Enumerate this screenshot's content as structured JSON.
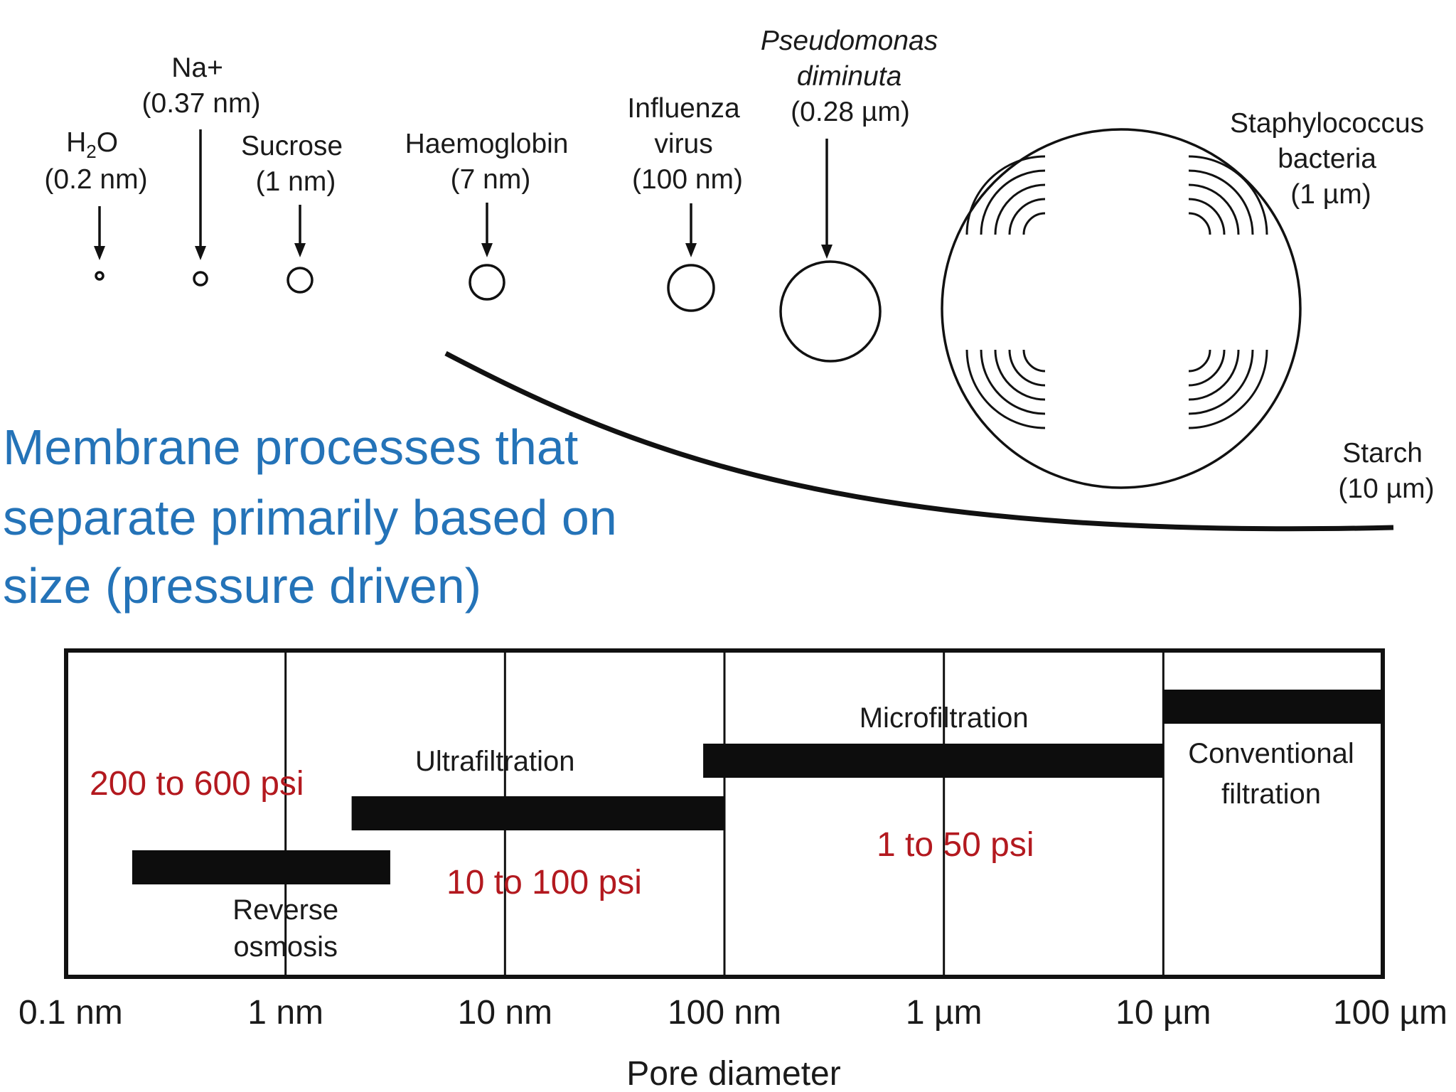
{
  "caption": {
    "lines": [
      "Membrane processes that",
      "separate primarily based on",
      "size (pressure driven)"
    ],
    "color": "#2473b8"
  },
  "particles": [
    {
      "id": "h2o",
      "lines": [
        "(0.2 nm)"
      ],
      "formula": {
        "base": "H",
        "sub": "2",
        "rest": "O"
      }
    },
    {
      "id": "na",
      "lines": [
        "Na+",
        "(0.37 nm)"
      ]
    },
    {
      "id": "sucrose",
      "lines": [
        "Sucrose",
        "(1 nm)"
      ]
    },
    {
      "id": "haemoglobin",
      "lines": [
        "Haemoglobin",
        "(7 nm)"
      ]
    },
    {
      "id": "influenza",
      "lines": [
        "Influenza",
        "virus",
        "(100 nm)"
      ]
    },
    {
      "id": "pseudomonas",
      "lines": [
        "Pseudomonas",
        "diminuta",
        "(0.28 µm)"
      ],
      "italic_lines": 2
    },
    {
      "id": "staphylococcus",
      "lines": [
        "Staphylococcus",
        "bacteria",
        "(1 µm)"
      ]
    },
    {
      "id": "starch",
      "lines": [
        "Starch",
        "(10 µm)"
      ]
    }
  ],
  "chart_data": {
    "type": "range-bar",
    "xscale": "log",
    "xlabel": "Pore diameter",
    "xunit": "nm",
    "xlim": [
      0.1,
      100000
    ],
    "ticks": [
      {
        "value": 0.1,
        "label": "0.1 nm"
      },
      {
        "value": 1,
        "label": "1 nm"
      },
      {
        "value": 10,
        "label": "10 nm"
      },
      {
        "value": 100,
        "label": "100 nm"
      },
      {
        "value": 1000,
        "label": "1 µm"
      },
      {
        "value": 10000,
        "label": "10 µm"
      },
      {
        "value": 100000,
        "label": "100 µm"
      }
    ],
    "grid": true,
    "processes": [
      {
        "label_lines": [
          "Reverse",
          "osmosis"
        ],
        "from": 0.2,
        "to": 3,
        "pressure": "200 to 600 psi"
      },
      {
        "label_lines": [
          "Ultrafiltration"
        ],
        "from": 2,
        "to": 100,
        "pressure": "10 to 100 psi"
      },
      {
        "label_lines": [
          "Microfiltration"
        ],
        "from": 80,
        "to": 10000,
        "pressure": "1 to 50 psi"
      },
      {
        "label_lines": [
          "Conventional",
          "filtration"
        ],
        "from": 10000,
        "to": 100000,
        "pressure": ""
      }
    ],
    "pressure_color": "#b3191f"
  }
}
